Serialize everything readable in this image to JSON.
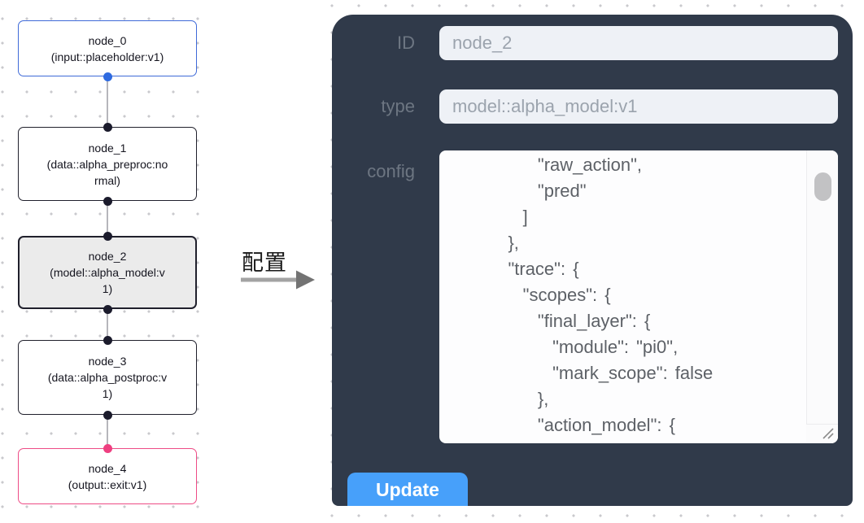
{
  "flow": {
    "nodes": [
      {
        "name": "node_0",
        "type_label": "(input::placeholder:v1)",
        "variant": "input"
      },
      {
        "name": "node_1",
        "type_label": "(data::alpha_preproc:normal)",
        "variant": "default"
      },
      {
        "name": "node_2",
        "type_label": "(model::alpha_model:v1)",
        "variant": "default",
        "selected": true
      },
      {
        "name": "node_3",
        "type_label": "(data::alpha_postproc:v1)",
        "variant": "default"
      },
      {
        "name": "node_4",
        "type_label": "(output::exit:v1)",
        "variant": "output"
      }
    ]
  },
  "transition": {
    "label": "配置"
  },
  "panel": {
    "id_label": "ID",
    "id_value": "node_2",
    "type_label": "type",
    "type_value": "model::alpha_model:v1",
    "config_label": "config",
    "config_value": "        \"raw_action\",\n        \"pred\"\n      ]\n    },\n    \"trace\": {\n      \"scopes\": {\n        \"final_layer\": {\n          \"module\": \"pi0\",\n          \"mark_scope\": false\n        },\n        \"action_model\": {",
    "update_label": "Update"
  },
  "colors": {
    "panel_bg": "#303a4a",
    "accent_blue": "#47a0fa",
    "input_node_border": "#3f6ad8",
    "output_node_border": "#ee4c86",
    "default_node_border": "#20202c",
    "selected_node_bg": "#ebebeb",
    "handle_dark": "#1b1b2c",
    "handle_input": "#2e6ae0",
    "handle_output": "#ee3f80",
    "edge": "#b6b6bc",
    "field_bg": "#eef1f6",
    "field_text": "#9ba3ad",
    "label_text": "#6d7682"
  }
}
